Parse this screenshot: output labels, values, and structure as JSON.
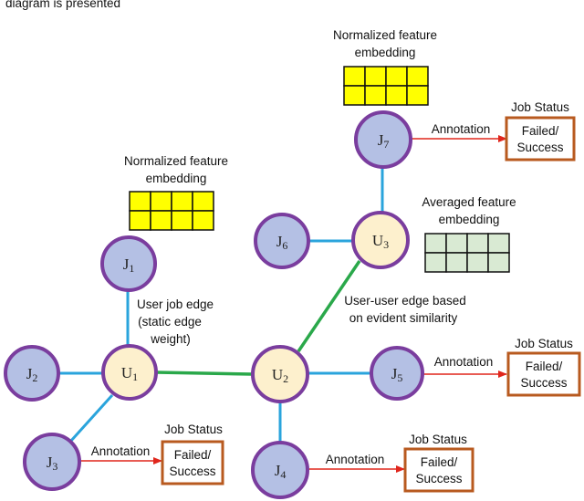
{
  "top_text": "diagram is presented",
  "colors": {
    "job_fill": "#b4c0e4",
    "node_stroke": "#7a3d9e",
    "user_fill": "#fdf0cd",
    "user_job_edge": "#2aa4dc",
    "user_user_edge": "#2aa84a",
    "annotation_arrow": "#e0261c",
    "status_border": "#b85a1f",
    "norm_embedding": "#ffff00",
    "avg_embedding": "#d9ead3"
  },
  "nodes": {
    "j1": {
      "letter": "J",
      "sub": "1"
    },
    "j2": {
      "letter": "J",
      "sub": "2"
    },
    "j3": {
      "letter": "J",
      "sub": "3"
    },
    "j4": {
      "letter": "J",
      "sub": "4"
    },
    "j5": {
      "letter": "J",
      "sub": "5"
    },
    "j6": {
      "letter": "J",
      "sub": "6"
    },
    "j7": {
      "letter": "J",
      "sub": "7"
    },
    "u1": {
      "letter": "U",
      "sub": "1"
    },
    "u2": {
      "letter": "U",
      "sub": "2"
    },
    "u3": {
      "letter": "U",
      "sub": "3"
    }
  },
  "labels": {
    "norm_top_line1": "Normalized feature",
    "norm_top_line2": "embedding",
    "norm_left_line1": "Normalized feature",
    "norm_left_line2": "embedding",
    "avg_line1": "Averaged feature",
    "avg_line2": "embedding",
    "user_job_edge_line1": "User job edge",
    "user_job_edge_line2": "(static edge",
    "user_job_edge_line3": "weight)",
    "user_user_edge_line1": "User-user edge based",
    "user_user_edge_line2": "on evident similarity"
  },
  "annotations": {
    "j7": {
      "arrow": "Annotation",
      "title": "Job Status",
      "line1": "Failed/",
      "line2": "Success"
    },
    "j5": {
      "arrow": "Annotation",
      "title": "Job Status",
      "line1": "Failed/",
      "line2": "Success"
    },
    "j3": {
      "arrow": "Annotation",
      "title": "Job Status",
      "line1": "Failed/",
      "line2": "Success"
    },
    "j4": {
      "arrow": "Annotation",
      "title": "Job Status",
      "line1": "Failed/",
      "line2": "Success"
    }
  }
}
